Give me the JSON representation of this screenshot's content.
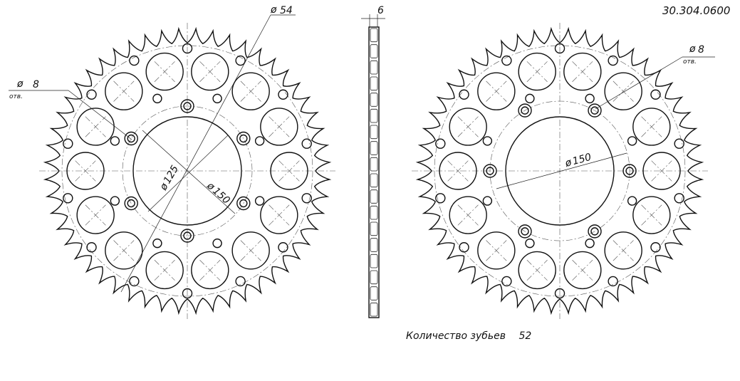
{
  "part_number": "30.304.0600",
  "teeth_count_label": "Количество зубьев",
  "teeth_count": "52",
  "dimensions": {
    "bolt_hole_diameter": "8",
    "bolt_hole_note": "отв.",
    "inner_ring_diameter": "54",
    "bore_diameter_a": "125",
    "bolt_circle_diameter": "150",
    "thickness": "6",
    "diameter_symbol": "ø"
  },
  "views": [
    "front-view-left",
    "side-profile",
    "front-view-right"
  ]
}
